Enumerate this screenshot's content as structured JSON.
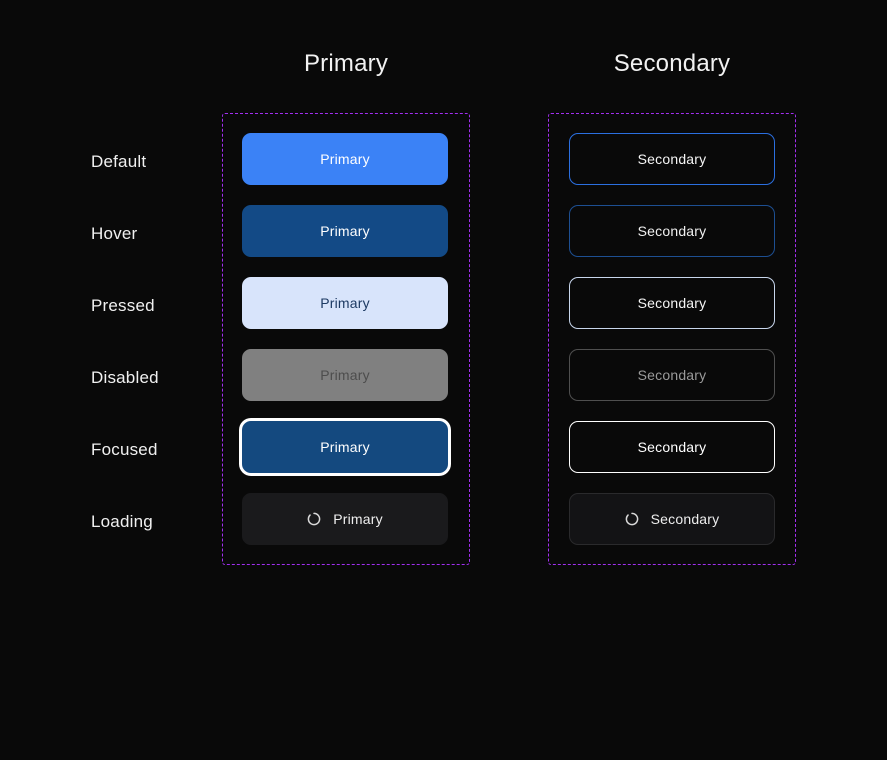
{
  "page": {
    "background": "#090909",
    "title_primary": "Primary",
    "title_secondary": "Secondary"
  },
  "columns": [
    {
      "key": "primary",
      "header": "Primary"
    },
    {
      "key": "secondary",
      "header": "Secondary"
    }
  ],
  "rows": [
    {
      "key": "default",
      "label": "Default"
    },
    {
      "key": "hover",
      "label": "Hover"
    },
    {
      "key": "pressed",
      "label": "Pressed"
    },
    {
      "key": "disabled",
      "label": "Disabled"
    },
    {
      "key": "focused",
      "label": "Focused"
    },
    {
      "key": "loading",
      "label": "Loading"
    }
  ],
  "buttons": {
    "primary": {
      "default": {
        "label": "Primary",
        "bg": "#3b82f6",
        "text": "#ffffff",
        "border": "#3b82f6"
      },
      "hover": {
        "label": "Primary",
        "bg": "#134a86",
        "text": "#ffffff",
        "border": "#134a86"
      },
      "pressed": {
        "label": "Primary",
        "bg": "#d8e4fb",
        "text": "#1d3a63",
        "border": "#d8e4fb"
      },
      "disabled": {
        "label": "Primary",
        "bg": "#808080",
        "text": "#4d4d4d",
        "border": "#808080"
      },
      "focused": {
        "label": "Primary",
        "bg": "#14497f",
        "text": "#ffffff",
        "border": "#14497f",
        "ring": "#ffffff"
      },
      "loading": {
        "label": "Primary",
        "bg": "#1a1a1c",
        "text": "#efefef",
        "border": "#1a1a1c",
        "icon": "spinner-icon"
      }
    },
    "secondary": {
      "default": {
        "label": "Secondary",
        "bg": "transparent",
        "text": "#f5f5f5",
        "border": "#2b6fe0"
      },
      "hover": {
        "label": "Secondary",
        "bg": "transparent",
        "text": "#f0f0f0",
        "border": "#1d4f92"
      },
      "pressed": {
        "label": "Secondary",
        "bg": "transparent",
        "text": "#f5f5f5",
        "border": "#c8d6ec"
      },
      "disabled": {
        "label": "Secondary",
        "bg": "transparent",
        "text": "#9a9a9a",
        "border": "#4f4f4f"
      },
      "focused": {
        "label": "Secondary",
        "bg": "transparent",
        "text": "#ffffff",
        "border": "#ffffff"
      },
      "loading": {
        "label": "Secondary",
        "bg": "#131315",
        "text": "#ededed",
        "border": "#2a2a2c",
        "icon": "spinner-icon"
      }
    }
  },
  "group_boxes": {
    "border_color": "#a12ff0",
    "style": "dashed"
  }
}
